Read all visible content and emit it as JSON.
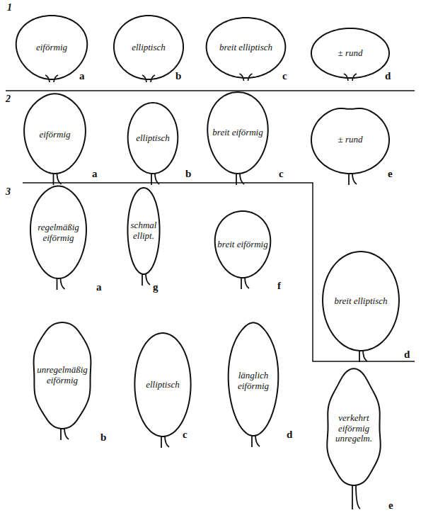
{
  "diagram": {
    "nodes": [
      {
        "text": [
          "eiförmig"
        ]
      },
      {
        "text": [
          "elliptisch"
        ]
      },
      {
        "text": [
          "breit elliptisch"
        ]
      },
      {
        "text": [
          "± rund"
        ]
      },
      {
        "text": [
          "eiförmig"
        ]
      },
      {
        "text": [
          "elliptisch"
        ]
      },
      {
        "text": [
          "breit eiförmig"
        ]
      },
      {
        "text": [
          "± rund"
        ]
      },
      {
        "text": [
          "regelmäßig eiförmig"
        ]
      },
      {
        "text": [
          "schmal ellipt."
        ]
      },
      {
        "text": [
          "breit eiförmig"
        ]
      },
      {
        "text": [
          "breit elliptisch"
        ]
      },
      {
        "text": [
          "unregelmäßig eiförmig"
        ]
      },
      {
        "text": [
          "elliptisch"
        ]
      },
      {
        "text": [
          "länglich eiförmig"
        ]
      },
      {
        "text": [
          "verkehrt eiförmig unregelm."
        ]
      }
    ],
    "labels": [
      "1",
      "a",
      "b",
      "c",
      "d",
      "2",
      "a",
      "b",
      "c",
      "e",
      "3",
      "a",
      "g",
      "f",
      "d",
      "b",
      "c",
      "d",
      "e"
    ]
  }
}
